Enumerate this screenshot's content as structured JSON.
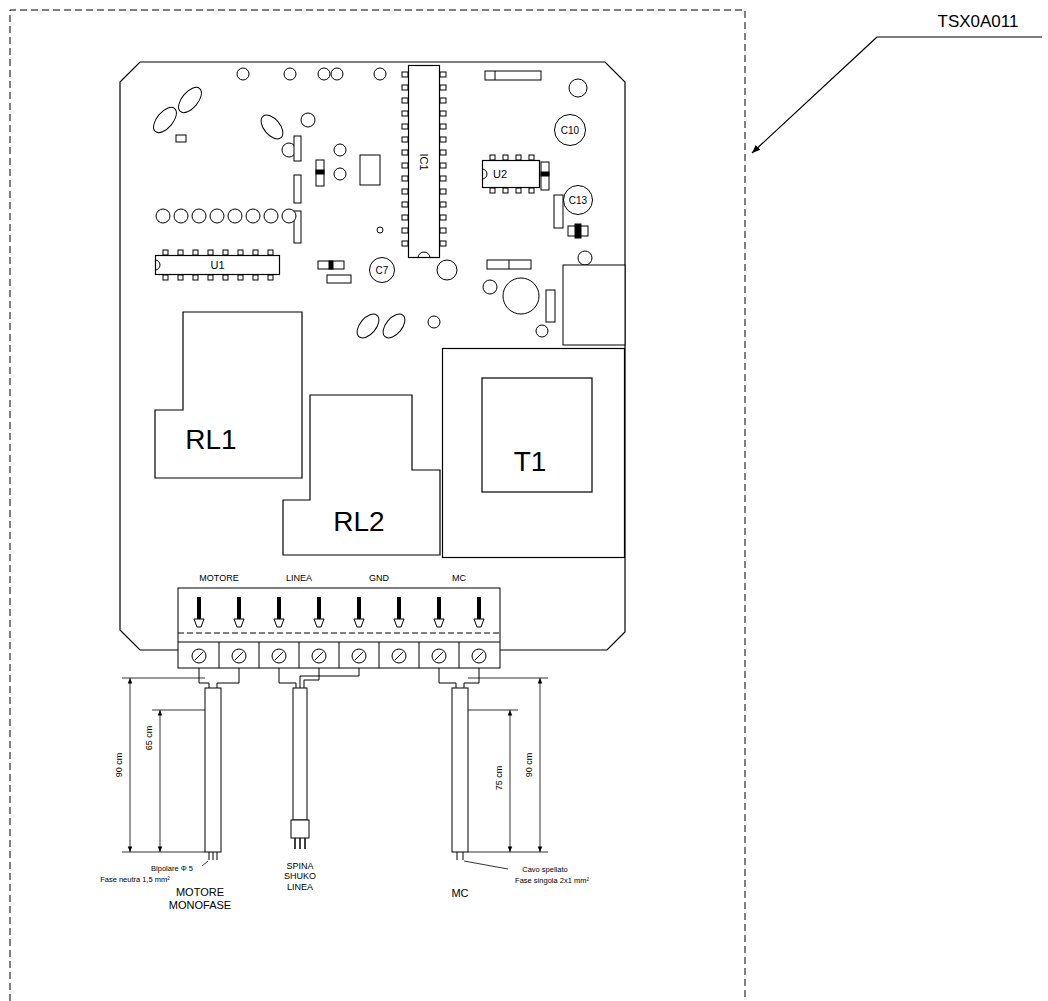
{
  "diagram": {
    "nodes": [
      {
        "text": [
          "IC1"
        ]
      },
      {
        "text": [
          "C10"
        ]
      },
      {
        "text": [
          "U2"
        ]
      },
      {
        "text": [
          "C13"
        ]
      },
      {
        "text": [
          "U1"
        ]
      },
      {
        "text": [
          "C7"
        ]
      },
      {
        "text": [
          "RL1"
        ]
      },
      {
        "text": [
          "RL2"
        ]
      },
      {
        "text": [
          "T1"
        ]
      }
    ],
    "labels": [
      "TSX0A011",
      "MOTORE",
      "LINEA",
      "GND",
      "MC",
      "90 cm",
      "65 cm",
      "Bipolare Φ 5",
      "Fase neutra 1,5 mm²",
      "MOTORE MONOFASE",
      "SPINA SHUKO LINEA",
      "75 cm",
      "90 cm",
      "MC",
      "Cavo spellato",
      "Fase singola 2x1 mm²"
    ]
  }
}
